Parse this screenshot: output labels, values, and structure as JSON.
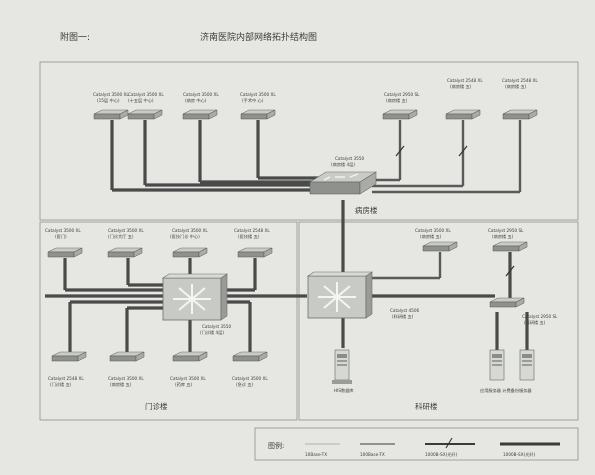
{
  "header": {
    "ref": "附图一:",
    "title": "济南医院内部网络拓扑结构图"
  },
  "buildings": {
    "ward": "病房楼",
    "outpatient": "门诊楼",
    "research": "科研楼"
  },
  "ward_switches": [
    {
      "model": "Catalyst 3500 XL",
      "loc": "(15层 中心)"
    },
    {
      "model": "Catalyst 3500 XL",
      "loc": "(十五层 中心)"
    },
    {
      "model": "Catalyst 3500 XL",
      "loc": "(病房 中心)"
    },
    {
      "model": "Catalyst 3500 XL",
      "loc": "(手术中 心)"
    },
    {
      "model": "Catalyst 2950 SL",
      "loc": "(病房楼 五)"
    },
    {
      "model": "Catalyst 2548 XL",
      "loc": "(病房楼 五)"
    },
    {
      "model": "Catalyst 2548 XL",
      "loc": "(病房楼 五)"
    }
  ],
  "ward_core": {
    "model": "Catalyst 3550",
    "loc": "(病房楼 4层)"
  },
  "outpatient_switches_top": [
    {
      "model": "Catalyst 3500 XL",
      "loc": "(医门)"
    },
    {
      "model": "Catalyst 3500 XL",
      "loc": "(门诊大厅 五)"
    },
    {
      "model": "Catalyst 3500 XL",
      "loc": "(医技门诊 中心)"
    },
    {
      "model": "Catalyst 2548 XL",
      "loc": "(医技楼 五)"
    }
  ],
  "outpatient_core": {
    "model": "Catalyst 3550",
    "loc": "(门诊楼 4层)"
  },
  "outpatient_switches_bottom": [
    {
      "model": "Catalyst 2548 XL",
      "loc": "(门诊楼 五)"
    },
    {
      "model": "Catalyst 3500 XL",
      "loc": "(病房楼 五)"
    },
    {
      "model": "Catalyst 3500 XL",
      "loc": "(药库 五)"
    },
    {
      "model": "Catalyst 3500 XL",
      "loc": "(急诊 五)"
    }
  ],
  "research_switches": [
    {
      "model": "Catalyst 3500 XL",
      "loc": "(病房楼 五)"
    },
    {
      "model": "Catalyst 2950 SL",
      "loc": "(病房楼 五)"
    }
  ],
  "main_core": {
    "model": "Catalyst 4506",
    "loc": "(科研楼 五)"
  },
  "research_dist": {
    "model": "Catalyst 2950 SL",
    "loc": "(科研楼 五)"
  },
  "servers": {
    "main": "HIS数据库",
    "pair": "应用服务器 计费备份服务器"
  },
  "legend": {
    "label": "图例:",
    "items": [
      "10Base-TX",
      "100Base-TX",
      "1000B-SX(光纤)",
      "1000B-SX(光纤)"
    ]
  },
  "colors": {
    "frame": "#8d8f89",
    "background": "#e6e7e2"
  }
}
